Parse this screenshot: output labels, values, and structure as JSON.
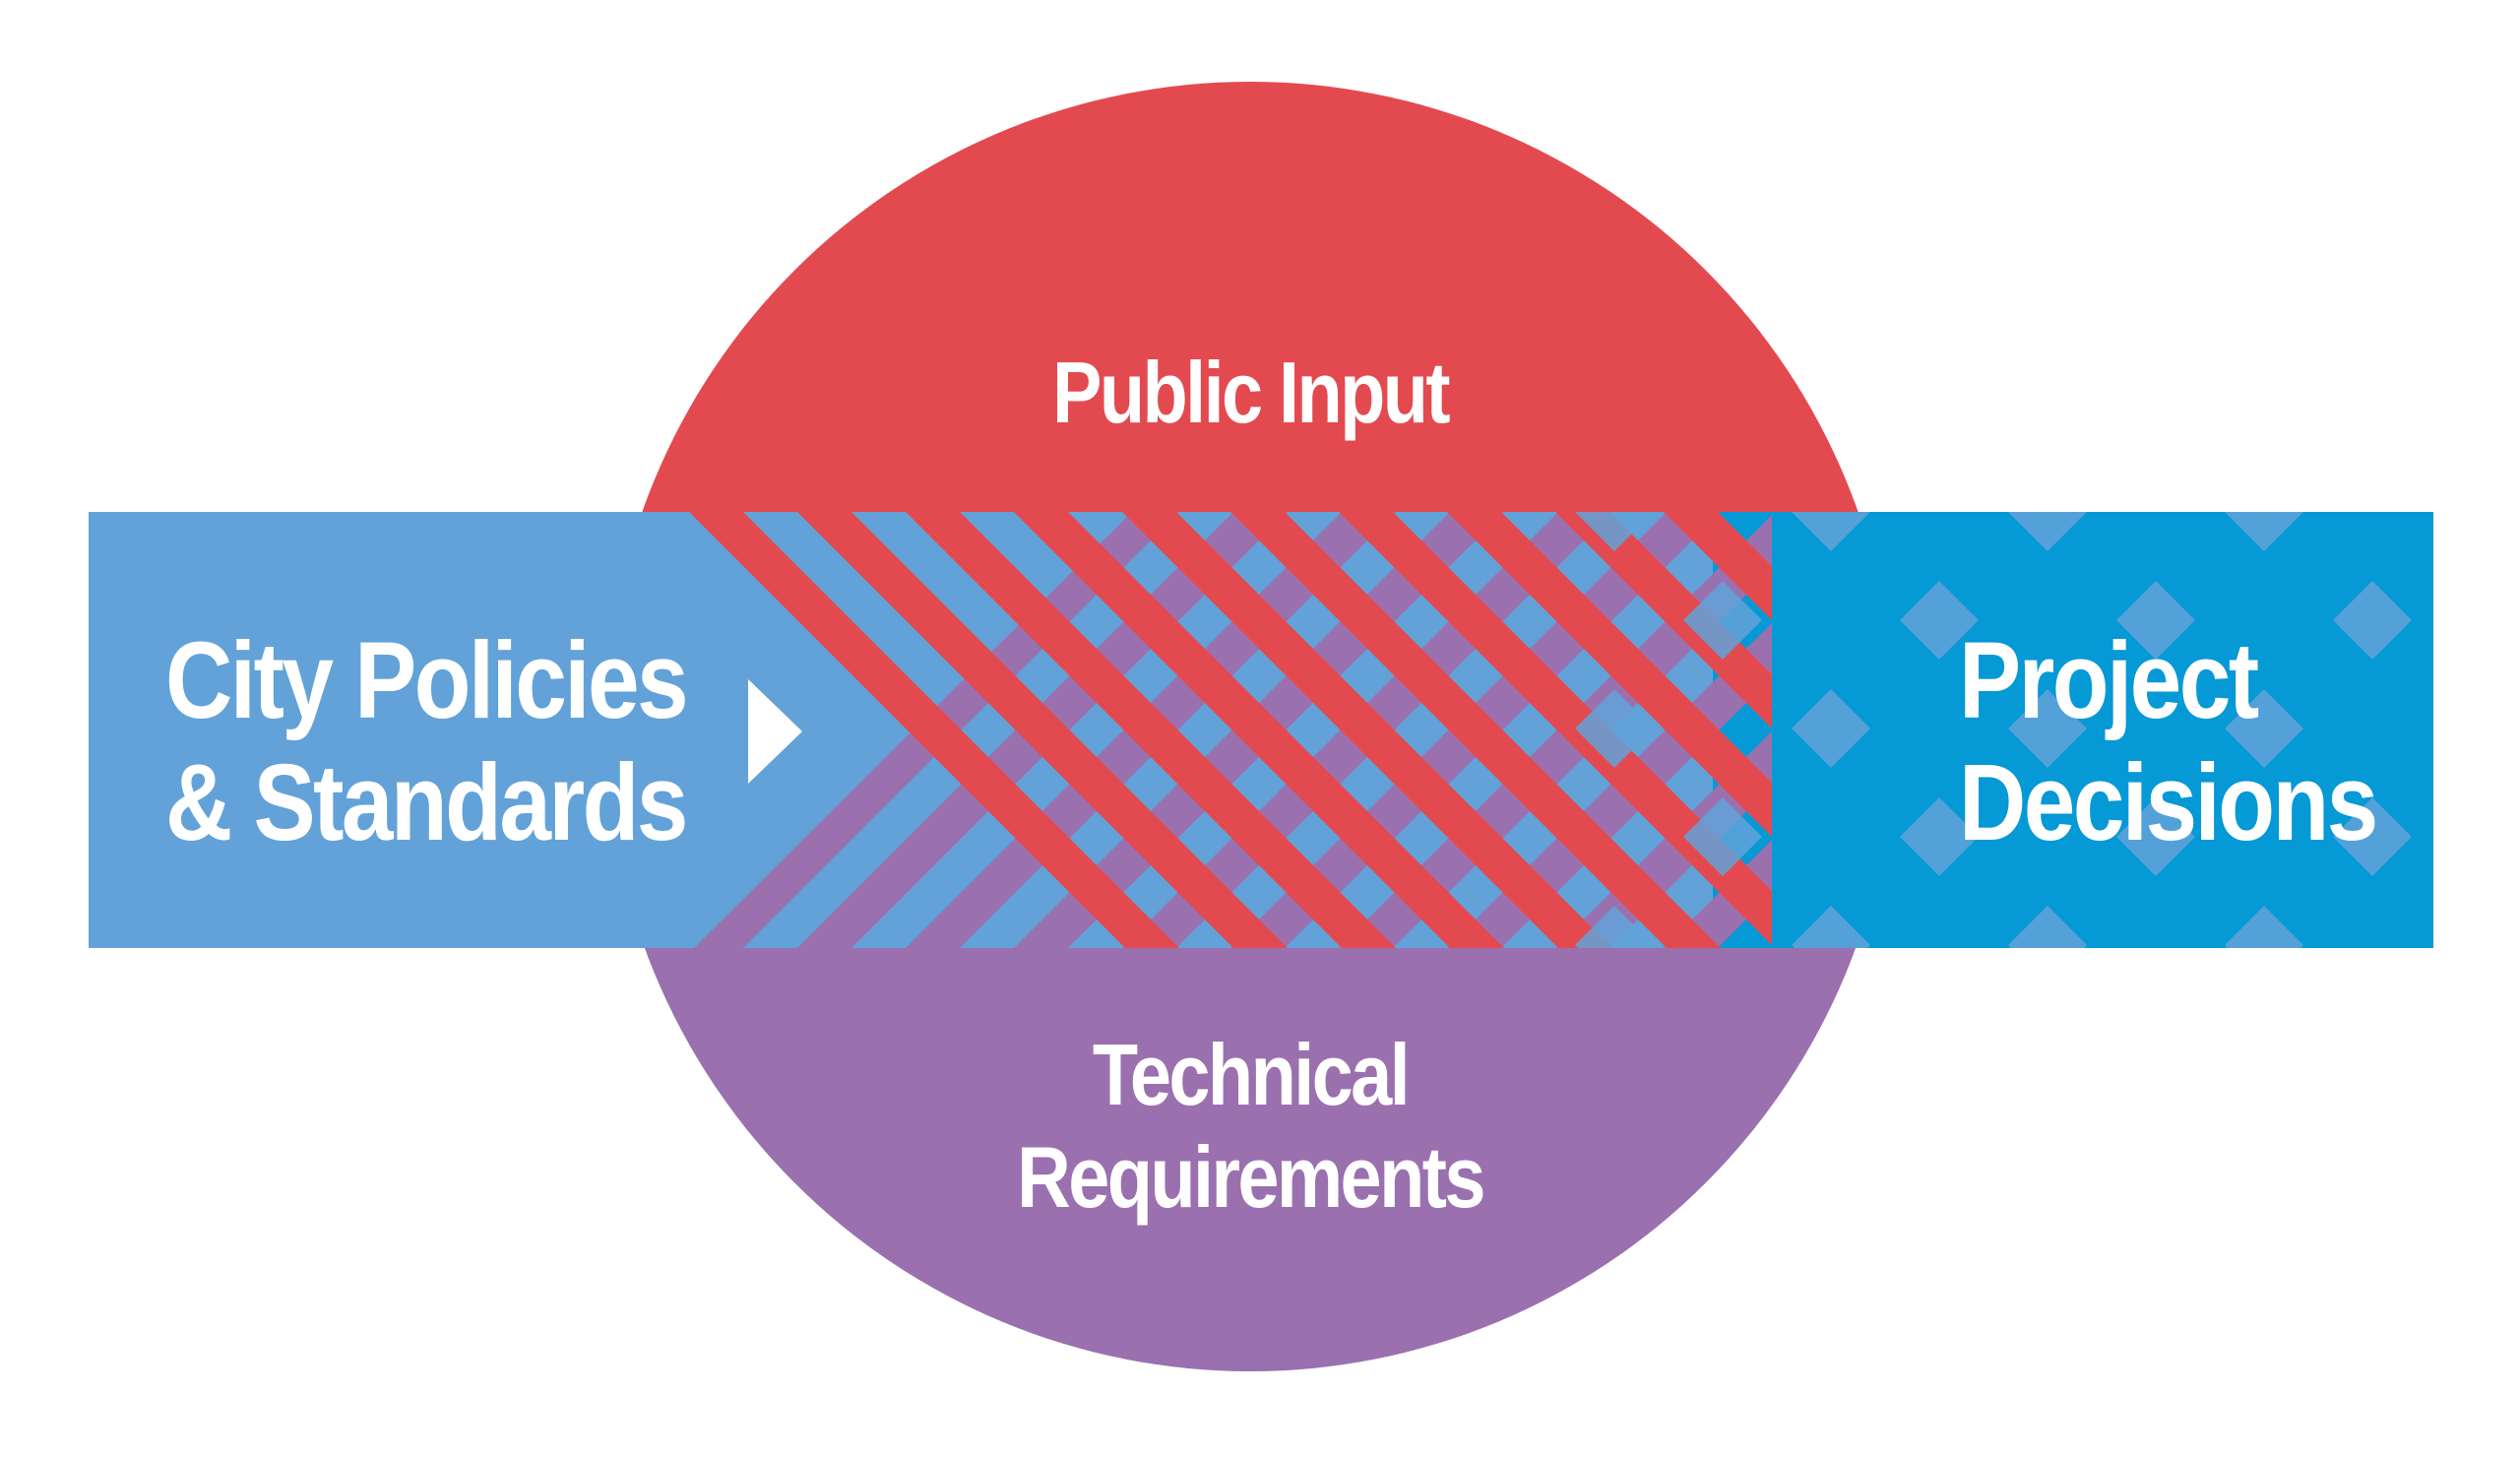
{
  "diagram": {
    "public_input": "Public Input",
    "city_policies": [
      "City Policies",
      "& Standards"
    ],
    "project_decisions": [
      "Project",
      "Decisions"
    ],
    "technical_requirements": [
      "Technical",
      "Requirements"
    ]
  },
  "colors": {
    "public_input_red": "#E34A50",
    "technical_purple": "#9A70AF",
    "city_policies_blue": "#62A2D8",
    "project_decisions_blue": "#0599D6",
    "background": "#FFFFFF"
  }
}
